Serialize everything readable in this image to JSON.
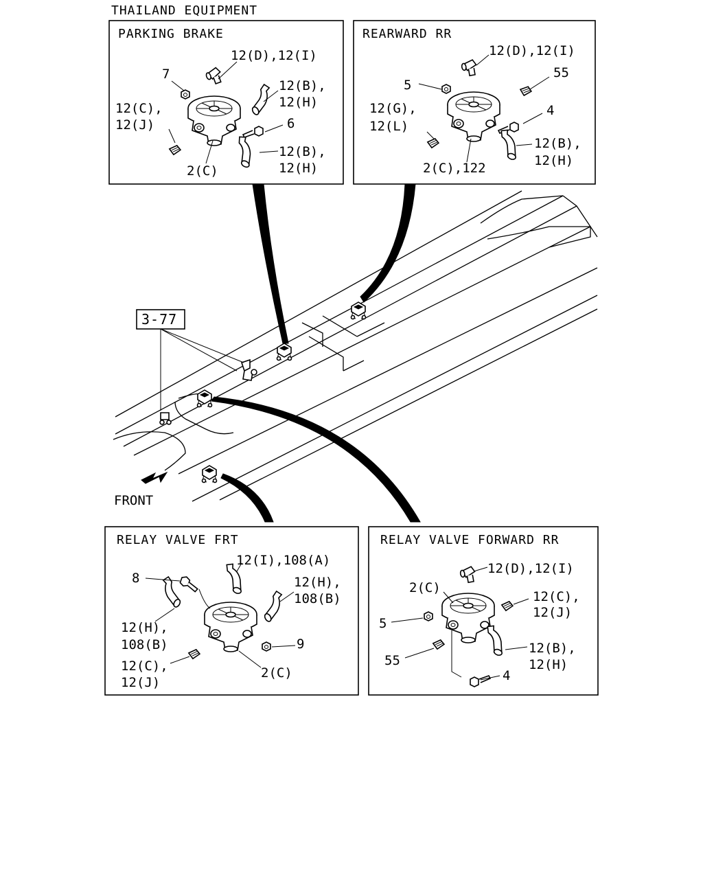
{
  "header": {
    "title": "THAILAND EQUIPMENT"
  },
  "front_label": "FRONT",
  "ref_callout": "3-77",
  "panels": {
    "parking_brake": {
      "title": "PARKING BRAKE",
      "labels": [
        "12(D),12(I)",
        "7",
        "12(B),",
        "12(H)",
        "12(C),",
        "12(J)",
        "6",
        "12(B),",
        "12(H)",
        "2(C)"
      ]
    },
    "rearward_rr": {
      "title": "REARWARD RR",
      "labels": [
        "12(D),12(I)",
        "5",
        "55",
        "12(G),",
        "12(L)",
        "4",
        "12(B),",
        "12(H)",
        "2(C),122"
      ]
    },
    "relay_valve_frt": {
      "title": "RELAY VALVE FRT",
      "labels": [
        "12(I),108(A)",
        "8",
        "12(H),",
        "108(B)",
        "12(H),",
        "108(B)",
        "9",
        "12(C),",
        "12(J)",
        "2(C)"
      ]
    },
    "relay_valve_forward_rr": {
      "title": "RELAY VALVE FORWARD RR",
      "labels": [
        "12(D),12(I)",
        "2(C)",
        "12(C),",
        "12(J)",
        "5",
        "12(B),",
        "55",
        "12(H)",
        "4"
      ]
    }
  }
}
